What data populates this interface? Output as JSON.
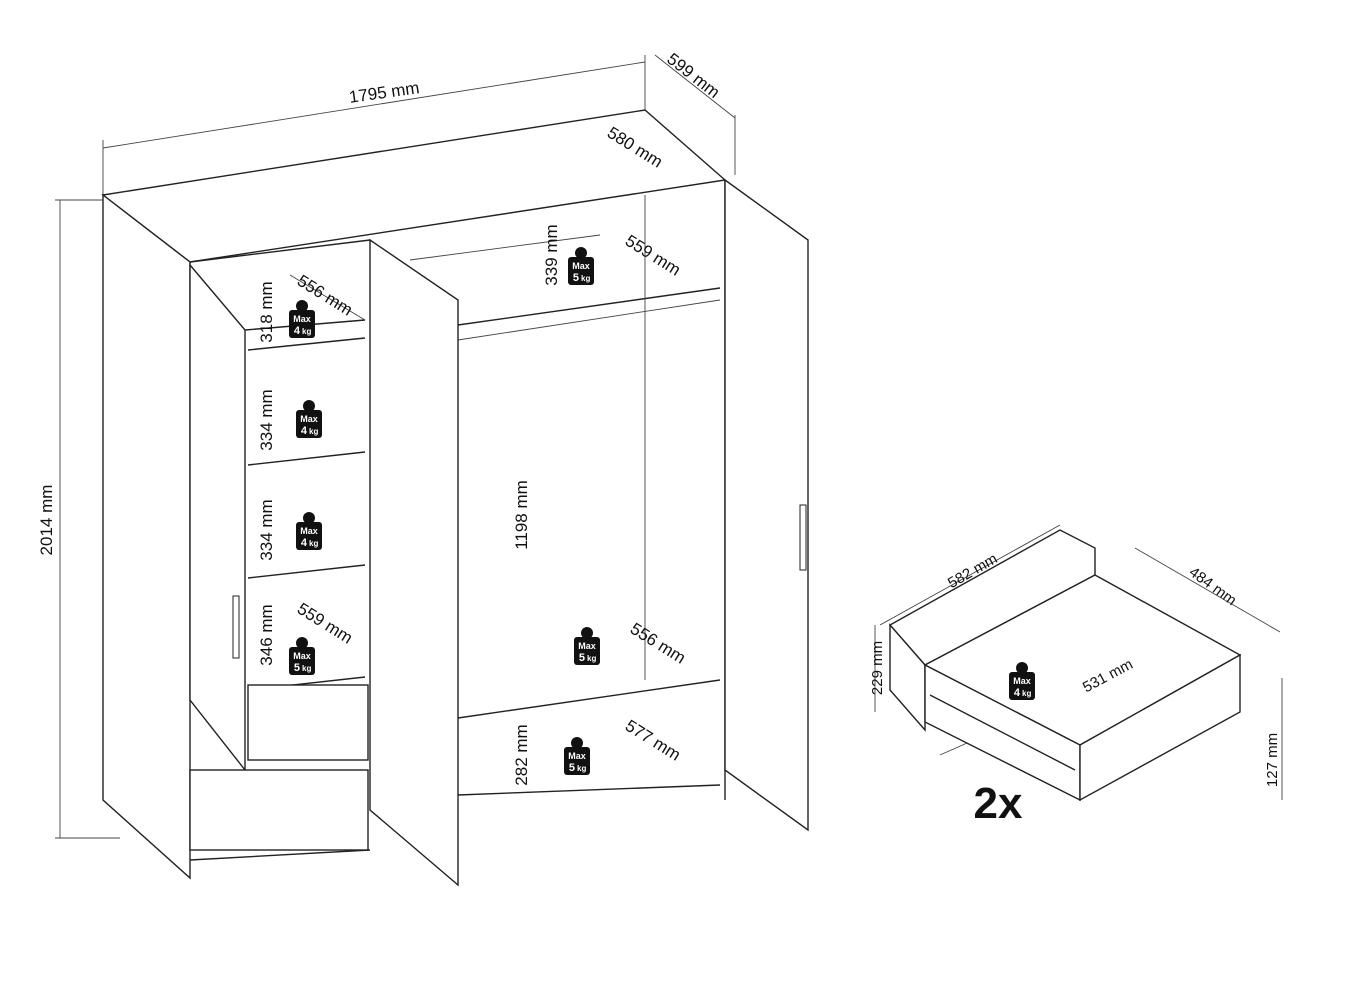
{
  "wardrobe": {
    "width": "1795 mm",
    "depth_outer": "599 mm",
    "depth_inner": "580 mm",
    "height": "2014 mm",
    "left_section": {
      "shelf_depths": [
        "556 mm",
        "559 mm"
      ],
      "shelf_heights": [
        "318 mm",
        "334 mm",
        "334 mm",
        "346 mm"
      ]
    },
    "middle_section": {
      "top_height": "339 mm",
      "top_depth": "559 mm",
      "hanging_height": "1198 mm",
      "lower_depth": "556 mm",
      "bottom_height": "282 mm",
      "bottom_depth": "577 mm"
    }
  },
  "drawer": {
    "width": "582 mm",
    "depth": "484 mm",
    "height_outer": "229 mm",
    "inner_width": "531 mm",
    "height_inner": "127 mm",
    "quantity": "2x"
  },
  "badges": [
    {
      "max": "Max",
      "weight": "4",
      "unit": "kg"
    },
    {
      "max": "Max",
      "weight": "4",
      "unit": "kg"
    },
    {
      "max": "Max",
      "weight": "4",
      "unit": "kg"
    },
    {
      "max": "Max",
      "weight": "5",
      "unit": "kg"
    },
    {
      "max": "Max",
      "weight": "5",
      "unit": "kg"
    },
    {
      "max": "Max",
      "weight": "5",
      "unit": "kg"
    },
    {
      "max": "Max",
      "weight": "5",
      "unit": "kg"
    },
    {
      "max": "Max",
      "weight": "4",
      "unit": "kg"
    }
  ]
}
